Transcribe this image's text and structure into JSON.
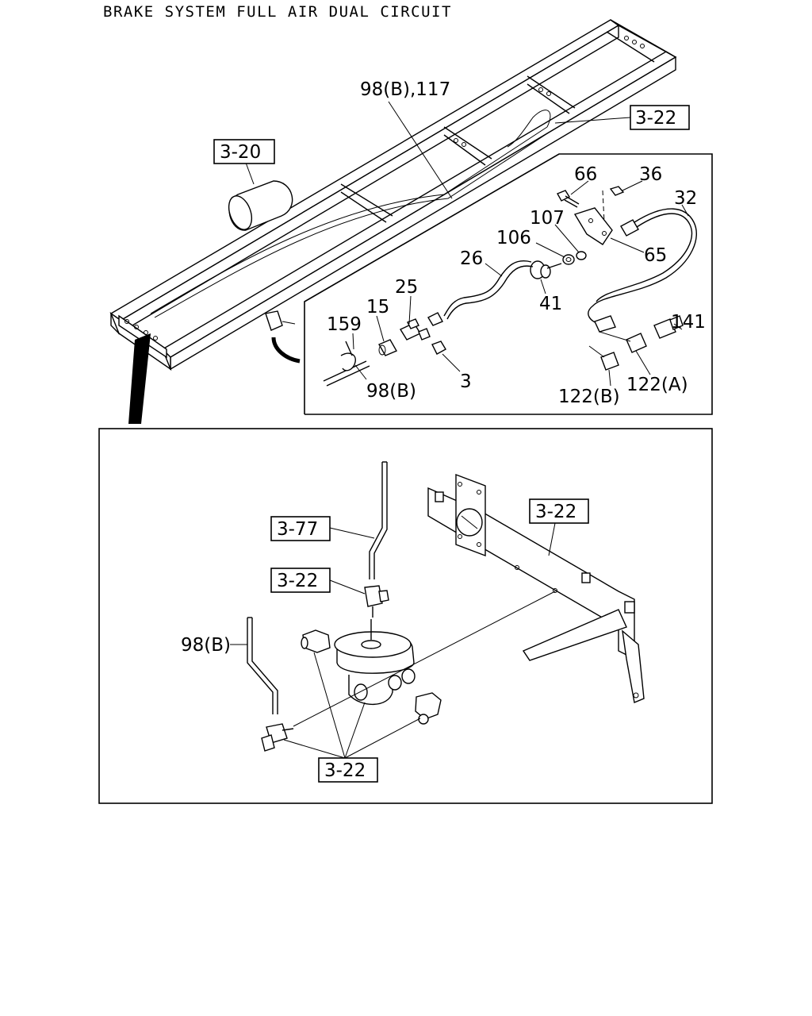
{
  "title": "BRAKE SYSTEM FULL AIR DUAL CIRCUIT",
  "callouts": {
    "ref_3_20": "3-20",
    "ref_3_22_top": "3-22",
    "ref_3_77": "3-77",
    "ref_3_22_mid": "3-22",
    "ref_3_22_bracket": "3-22",
    "ref_3_22_bottom": "3-22"
  },
  "part_labels": {
    "p98b_117": "98(B),117",
    "p66": "66",
    "p36": "36",
    "p32": "32",
    "p107": "107",
    "p106": "106",
    "p65": "65",
    "p26": "26",
    "p25": "25",
    "p15": "15",
    "p41": "41",
    "p141": "141",
    "p159": "159",
    "p3": "3",
    "p98b_inset": "98(B)",
    "p122a": "122(A)",
    "p122b": "122(B)",
    "p98b_lower": "98(B)"
  }
}
